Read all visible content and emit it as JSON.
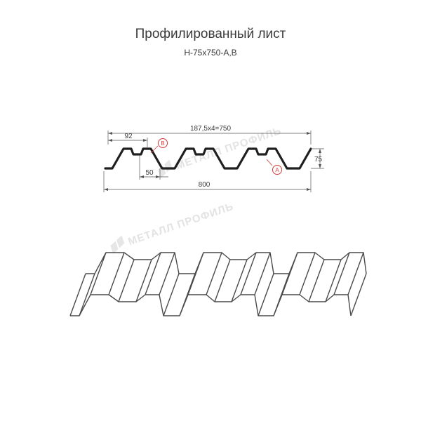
{
  "title": "Профилированный лист",
  "subtitle": "Н-75х750-А,В",
  "dimensions": {
    "pitch": "187,5х4=750",
    "rib_top": "92",
    "rib_bottom": "50",
    "height": "75",
    "full_width": "800"
  },
  "callouts": {
    "a": "A",
    "b": "B"
  },
  "watermark": "МЕТАЛЛ ПРОФИЛЬ",
  "colors": {
    "profile": "#1f1f1f",
    "dimension": "#555555",
    "callout": "#d33a3a",
    "watermark": "#e3e3e3"
  }
}
